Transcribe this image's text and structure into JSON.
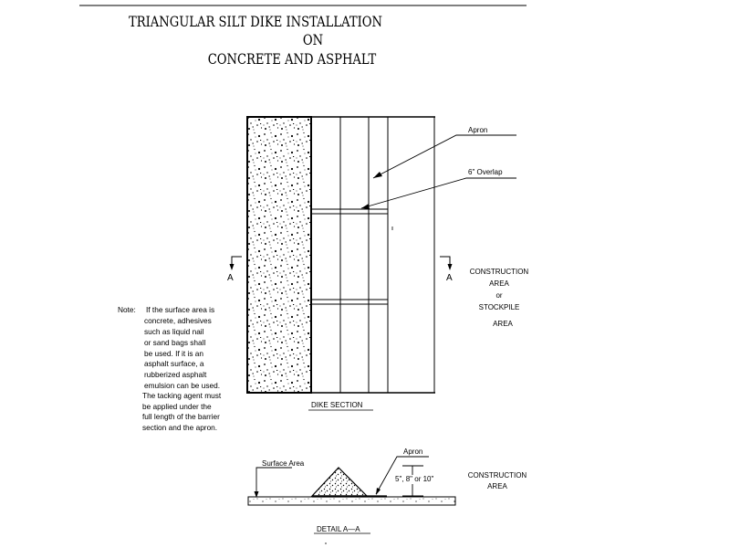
{
  "title": {
    "line1": "TRIANGULAR SILT DIKE INSTALLATION",
    "line2": "ON",
    "line3": "CONCRETE AND ASPHALT"
  },
  "labels": {
    "apron": "Apron",
    "overlap": "6\" Overlap",
    "section_marker_left": "A",
    "section_marker_right": "A",
    "construction_area": [
      "CONSTRUCTION",
      "AREA",
      "or",
      "STOCKPILE",
      "AREA"
    ],
    "dike_section": "DIKE SECTION",
    "surface_area": "Surface Area",
    "detail_apron": "Apron",
    "dimensions": "5\", 8\" or 10\"",
    "detail_construction_area": [
      "CONSTRUCTION",
      "AREA"
    ],
    "detail_title": "DETAIL A—A"
  },
  "note": {
    "prefix": "Note:",
    "lines": [
      "If the surface area is",
      "concrete, adhesives",
      "such as liquid nail",
      "or sand bags shall",
      "be used.  If it is an",
      "asphalt surface, a",
      "rubberized asphalt",
      "emulsion can be used.",
      "The tacking agent must",
      "be applied under the",
      "full length of the barrier",
      "section and the apron."
    ]
  },
  "colors": {
    "ink": "#000000",
    "paper": "#ffffff"
  }
}
